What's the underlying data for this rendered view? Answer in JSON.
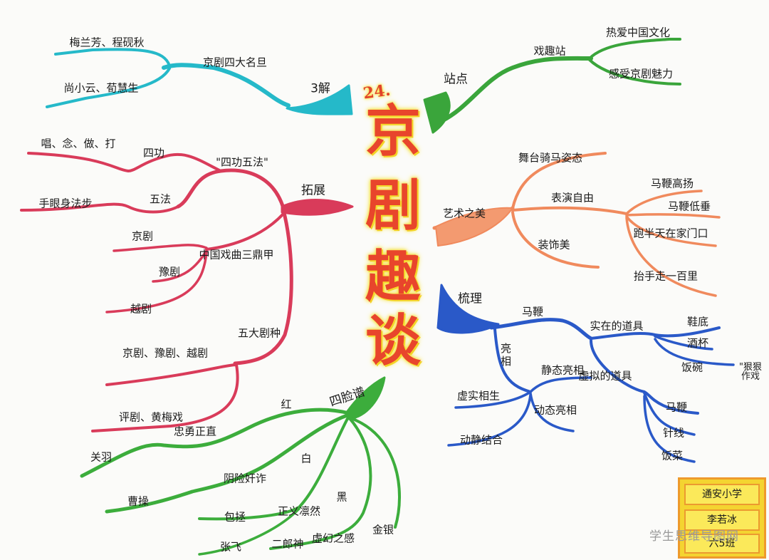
{
  "title": {
    "number": "24.",
    "chars": [
      "京",
      "剧",
      "趣",
      "谈"
    ]
  },
  "branches": {
    "understand": {
      "label": "3解",
      "color": "#25b9c9",
      "sub_label": "京剧四大名旦",
      "leaves": [
        "梅兰芳、程砚秋",
        "尚小云、荀慧生"
      ]
    },
    "station": {
      "label": "站点",
      "color": "#3aa53b",
      "sub_label": "戏趣站",
      "leaves": [
        "热爱中国文化",
        "感受京剧魅力"
      ]
    },
    "extend": {
      "label": "拓展",
      "color": "#d93b5a",
      "skills": {
        "label": "\"四功五法\"",
        "four_label": "四功",
        "four_value": "唱、念、做、打",
        "five_label": "五法",
        "five_value": "手眼身法步"
      },
      "top_three": {
        "label": "中国戏曲三鼎甲",
        "items": [
          "京剧",
          "豫剧",
          "越剧"
        ]
      },
      "top_five": {
        "label": "五大剧种",
        "items": [
          "京剧、豫剧、越剧",
          "评剧、黄梅戏"
        ]
      }
    },
    "art": {
      "label": "艺术之美",
      "color": "#f08a5d",
      "leaves": [
        "舞台骑马姿态",
        "表演自由",
        "装饰美"
      ],
      "freedom_items": [
        "马鞭高扬",
        "马鞭低垂",
        "跑半天在家门口",
        "抬手走一百里"
      ]
    },
    "sort": {
      "label": "梳理",
      "color": "#2a59c8",
      "whip": "马鞭",
      "real_props": {
        "label": "实在的道具",
        "items": [
          "鞋底",
          "酒杯",
          "饭碗"
        ],
        "note": "\"狠狠作戏"
      },
      "virtual_props": {
        "label": "虚拟的道具",
        "items": [
          "马鞭",
          "针线",
          "饭菜"
        ]
      },
      "pose": {
        "label": "亮相",
        "items": [
          "静态亮相",
          "动态亮相",
          "虚实相生",
          "动静结合"
        ]
      }
    },
    "masks": {
      "label": "四脸谱",
      "color": "#3cad3c",
      "red": "红",
      "red_desc": "忠勇正直",
      "red_who": "关羽",
      "white": "白",
      "white_desc": "阴险奸诈",
      "white_who": "曹操",
      "black": "黑",
      "black_desc": "正义凛然",
      "black_who": [
        "包拯",
        "张飞"
      ],
      "gold": "金银",
      "gold_desc": "虚幻之感",
      "gold_who": "二郎神"
    }
  },
  "school": {
    "name": "通安小学",
    "student": "李若冰",
    "class": "六5班"
  },
  "watermark": "学生思维导图网"
}
